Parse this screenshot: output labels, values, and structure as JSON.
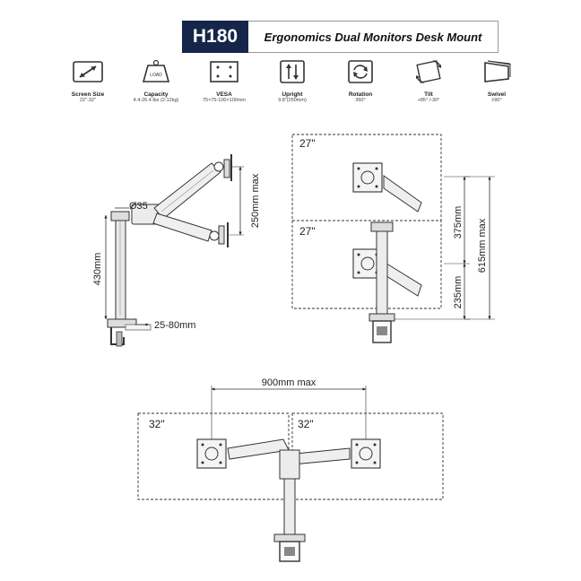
{
  "header": {
    "model": "H180",
    "title": "Ergonomics Dual Monitors Desk Mount"
  },
  "specs": [
    {
      "icon": "screen-size-icon",
      "label": "Screen Size",
      "value": "22\"-32\""
    },
    {
      "icon": "load-weight-icon",
      "icon_text": "LOAD",
      "label": "Capacity",
      "value": "4.4-26.4 lbs (2-12kg)"
    },
    {
      "icon": "vesa-icon",
      "label": "VESA",
      "value": "75×75-100×100mm"
    },
    {
      "icon": "upright-icon",
      "label": "Upright",
      "value": "9.8\"(250mm)"
    },
    {
      "icon": "rotation-icon",
      "label": "Rotation",
      "value": "360°"
    },
    {
      "icon": "tilt-icon",
      "label": "Tilt",
      "value": "+85° /-30°"
    },
    {
      "icon": "swivel-icon",
      "label": "Swivel",
      "value": "±90°"
    }
  ],
  "side_view": {
    "pole_diameter": "Ø35",
    "pole_height": "430mm",
    "arm_travel": "250mm max",
    "clamp_range": "25-80mm"
  },
  "height_view": {
    "top_monitor": "27\"",
    "bottom_monitor": "27\"",
    "upper_range": "375mm",
    "lower_range": "235mm",
    "total_range": "615mm max"
  },
  "top_view": {
    "reach": "900mm max",
    "left_monitor": "32\"",
    "right_monitor": "32\""
  }
}
